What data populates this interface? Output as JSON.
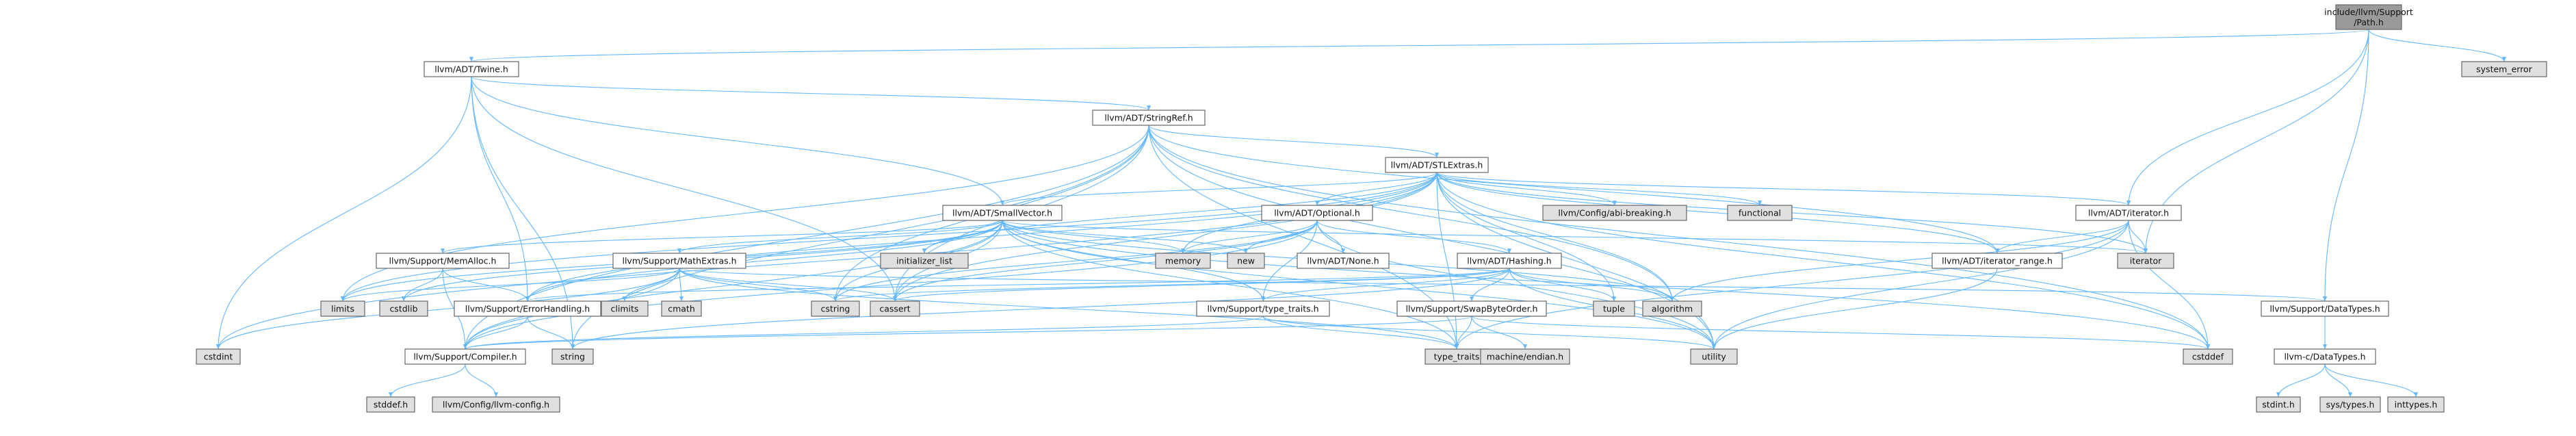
{
  "colors": {
    "root_fill": "#9a9a9a",
    "documented_fill": "#ffffff",
    "external_fill": "#e0e0e0",
    "border": "#666666",
    "edge": "#63b8ff"
  },
  "nodes": [
    {
      "id": "root",
      "lines": [
        "include/llvm/Support",
        "/Path.h"
      ],
      "kind": "root"
    },
    {
      "id": "twine",
      "lines": [
        "llvm/ADT/Twine.h"
      ],
      "kind": "doc"
    },
    {
      "id": "system_error",
      "lines": [
        "system_error"
      ],
      "kind": "ext"
    },
    {
      "id": "stringref",
      "lines": [
        "llvm/ADT/StringRef.h"
      ],
      "kind": "doc"
    },
    {
      "id": "stlextras",
      "lines": [
        "llvm/ADT/STLExtras.h"
      ],
      "kind": "doc"
    },
    {
      "id": "smallvector",
      "lines": [
        "llvm/ADT/SmallVector.h"
      ],
      "kind": "doc"
    },
    {
      "id": "optional",
      "lines": [
        "llvm/ADT/Optional.h"
      ],
      "kind": "doc"
    },
    {
      "id": "abibreaking",
      "lines": [
        "llvm/Config/abi-breaking.h"
      ],
      "kind": "ext"
    },
    {
      "id": "functional",
      "lines": [
        "functional"
      ],
      "kind": "ext"
    },
    {
      "id": "iterator_h",
      "lines": [
        "llvm/ADT/iterator.h"
      ],
      "kind": "doc"
    },
    {
      "id": "memalloc",
      "lines": [
        "llvm/Support/MemAlloc.h"
      ],
      "kind": "doc"
    },
    {
      "id": "mathextras",
      "lines": [
        "llvm/Support/MathExtras.h"
      ],
      "kind": "doc"
    },
    {
      "id": "initlist",
      "lines": [
        "initializer_list"
      ],
      "kind": "ext"
    },
    {
      "id": "memory",
      "lines": [
        "memory"
      ],
      "kind": "ext"
    },
    {
      "id": "new",
      "lines": [
        "new"
      ],
      "kind": "ext"
    },
    {
      "id": "none",
      "lines": [
        "llvm/ADT/None.h"
      ],
      "kind": "doc"
    },
    {
      "id": "hashing",
      "lines": [
        "llvm/ADT/Hashing.h"
      ],
      "kind": "doc"
    },
    {
      "id": "iterator_range",
      "lines": [
        "llvm/ADT/iterator_range.h"
      ],
      "kind": "doc"
    },
    {
      "id": "iterator_std",
      "lines": [
        "iterator"
      ],
      "kind": "ext"
    },
    {
      "id": "limits",
      "lines": [
        "limits"
      ],
      "kind": "ext"
    },
    {
      "id": "cstdlib",
      "lines": [
        "cstdlib"
      ],
      "kind": "ext"
    },
    {
      "id": "errorhandling",
      "lines": [
        "llvm/Support/ErrorHandling.h"
      ],
      "kind": "doc"
    },
    {
      "id": "climits",
      "lines": [
        "climits"
      ],
      "kind": "ext"
    },
    {
      "id": "cmath",
      "lines": [
        "cmath"
      ],
      "kind": "ext"
    },
    {
      "id": "cstring",
      "lines": [
        "cstring"
      ],
      "kind": "ext"
    },
    {
      "id": "cassert",
      "lines": [
        "cassert"
      ],
      "kind": "ext"
    },
    {
      "id": "typetraits_llvm",
      "lines": [
        "llvm/Support/type_traits.h"
      ],
      "kind": "doc"
    },
    {
      "id": "swapbyteorder",
      "lines": [
        "llvm/Support/SwapByteOrder.h"
      ],
      "kind": "doc"
    },
    {
      "id": "tuple",
      "lines": [
        "tuple"
      ],
      "kind": "ext"
    },
    {
      "id": "algorithm",
      "lines": [
        "algorithm"
      ],
      "kind": "ext"
    },
    {
      "id": "datatypes_support",
      "lines": [
        "llvm/Support/DataTypes.h"
      ],
      "kind": "doc"
    },
    {
      "id": "cstdint",
      "lines": [
        "cstdint"
      ],
      "kind": "ext"
    },
    {
      "id": "compiler",
      "lines": [
        "llvm/Support/Compiler.h"
      ],
      "kind": "doc"
    },
    {
      "id": "string",
      "lines": [
        "string"
      ],
      "kind": "ext"
    },
    {
      "id": "type_traits",
      "lines": [
        "type_traits"
      ],
      "kind": "ext"
    },
    {
      "id": "machine_endian",
      "lines": [
        "machine/endian.h"
      ],
      "kind": "ext"
    },
    {
      "id": "utility",
      "lines": [
        "utility"
      ],
      "kind": "ext"
    },
    {
      "id": "cstddef",
      "lines": [
        "cstddef"
      ],
      "kind": "ext"
    },
    {
      "id": "datatypes_c",
      "lines": [
        "llvm-c/DataTypes.h"
      ],
      "kind": "doc"
    },
    {
      "id": "stddef",
      "lines": [
        "stddef.h"
      ],
      "kind": "ext"
    },
    {
      "id": "llvmconfig",
      "lines": [
        "llvm/Config/llvm-config.h"
      ],
      "kind": "ext"
    },
    {
      "id": "stdint",
      "lines": [
        "stdint.h"
      ],
      "kind": "ext"
    },
    {
      "id": "systypes",
      "lines": [
        "sys/types.h"
      ],
      "kind": "ext"
    },
    {
      "id": "inttypes",
      "lines": [
        "inttypes.h"
      ],
      "kind": "ext"
    }
  ],
  "edges": [
    [
      "root",
      "twine"
    ],
    [
      "root",
      "system_error"
    ],
    [
      "root",
      "iterator_h"
    ],
    [
      "root",
      "datatypes_support"
    ],
    [
      "root",
      "iterator_std"
    ],
    [
      "twine",
      "stringref"
    ],
    [
      "twine",
      "smallvector"
    ],
    [
      "twine",
      "errorhandling"
    ],
    [
      "twine",
      "cassert"
    ],
    [
      "twine",
      "cstdint"
    ],
    [
      "twine",
      "string"
    ],
    [
      "stringref",
      "stlextras"
    ],
    [
      "stringref",
      "iterator_range"
    ],
    [
      "stringref",
      "compiler"
    ],
    [
      "stringref",
      "algorithm"
    ],
    [
      "stringref",
      "cassert"
    ],
    [
      "stringref",
      "cstddef"
    ],
    [
      "stringref",
      "cstring"
    ],
    [
      "stringref",
      "limits"
    ],
    [
      "stringref",
      "string"
    ],
    [
      "stringref",
      "type_traits"
    ],
    [
      "stringref",
      "utility"
    ],
    [
      "stlextras",
      "optional"
    ],
    [
      "stlextras",
      "abibreaking"
    ],
    [
      "stlextras",
      "functional"
    ],
    [
      "stlextras",
      "iterator_h"
    ],
    [
      "stlextras",
      "iterator_range"
    ],
    [
      "stlextras",
      "errorhandling"
    ],
    [
      "stlextras",
      "algorithm"
    ],
    [
      "stlextras",
      "cassert"
    ],
    [
      "stlextras",
      "cstddef"
    ],
    [
      "stlextras",
      "cstdint"
    ],
    [
      "stlextras",
      "initlist"
    ],
    [
      "stlextras",
      "iterator_std"
    ],
    [
      "stlextras",
      "limits"
    ],
    [
      "stlextras",
      "memory"
    ],
    [
      "stlextras",
      "tuple"
    ],
    [
      "stlextras",
      "type_traits"
    ],
    [
      "stlextras",
      "utility"
    ],
    [
      "stlextras",
      "smallvector"
    ],
    [
      "smallvector",
      "memalloc"
    ],
    [
      "smallvector",
      "mathextras"
    ],
    [
      "smallvector",
      "compiler"
    ],
    [
      "smallvector",
      "typetraits_llvm"
    ],
    [
      "smallvector",
      "algorithm"
    ],
    [
      "smallvector",
      "cassert"
    ],
    [
      "smallvector",
      "cstddef"
    ],
    [
      "smallvector",
      "cstdlib"
    ],
    [
      "smallvector",
      "cstring"
    ],
    [
      "smallvector",
      "initlist"
    ],
    [
      "smallvector",
      "iterator_std"
    ],
    [
      "smallvector",
      "limits"
    ],
    [
      "smallvector",
      "memory"
    ],
    [
      "smallvector",
      "new"
    ],
    [
      "smallvector",
      "type_traits"
    ],
    [
      "smallvector",
      "utility"
    ],
    [
      "smallvector",
      "errorhandling"
    ],
    [
      "optional",
      "none"
    ],
    [
      "optional",
      "hashing"
    ],
    [
      "optional",
      "compiler"
    ],
    [
      "optional",
      "typetraits_llvm"
    ],
    [
      "optional",
      "cassert"
    ],
    [
      "optional",
      "memory"
    ],
    [
      "optional",
      "new"
    ],
    [
      "optional",
      "utility"
    ],
    [
      "optional",
      "cstring"
    ],
    [
      "iterator_h",
      "iterator_range"
    ],
    [
      "iterator_h",
      "iterator_std"
    ],
    [
      "iterator_h",
      "cstddef"
    ],
    [
      "iterator_h",
      "type_traits"
    ],
    [
      "iterator_h",
      "utility"
    ],
    [
      "iterator_h",
      "algorithm"
    ],
    [
      "memalloc",
      "compiler"
    ],
    [
      "memalloc",
      "errorhandling"
    ],
    [
      "memalloc",
      "cstdlib"
    ],
    [
      "mathextras",
      "compiler"
    ],
    [
      "mathextras",
      "datatypes_support"
    ],
    [
      "mathextras",
      "cassert"
    ],
    [
      "mathextras",
      "climits"
    ],
    [
      "mathextras",
      "cmath"
    ],
    [
      "mathextras",
      "cstdint"
    ],
    [
      "mathextras",
      "cstring"
    ],
    [
      "mathextras",
      "limits"
    ],
    [
      "mathextras",
      "type_traits"
    ],
    [
      "hashing",
      "errorhandling"
    ],
    [
      "hashing",
      "swapbyteorder"
    ],
    [
      "hashing",
      "typetraits_llvm"
    ],
    [
      "hashing",
      "algorithm"
    ],
    [
      "hashing",
      "cassert"
    ],
    [
      "hashing",
      "cstring"
    ],
    [
      "hashing",
      "string"
    ],
    [
      "hashing",
      "tuple"
    ],
    [
      "hashing",
      "utility"
    ],
    [
      "iterator_range",
      "utility"
    ],
    [
      "errorhandling",
      "compiler"
    ],
    [
      "errorhandling",
      "string"
    ],
    [
      "typetraits_llvm",
      "compiler"
    ],
    [
      "typetraits_llvm",
      "type_traits"
    ],
    [
      "typetraits_llvm",
      "utility"
    ],
    [
      "swapbyteorder",
      "compiler"
    ],
    [
      "swapbyteorder",
      "cstddef"
    ],
    [
      "swapbyteorder",
      "type_traits"
    ],
    [
      "swapbyteorder",
      "machine_endian"
    ],
    [
      "datatypes_support",
      "datatypes_c"
    ],
    [
      "datatypes_c",
      "stdint"
    ],
    [
      "datatypes_c",
      "systypes"
    ],
    [
      "datatypes_c",
      "inttypes"
    ],
    [
      "compiler",
      "stddef"
    ],
    [
      "compiler",
      "llvmconfig"
    ]
  ]
}
